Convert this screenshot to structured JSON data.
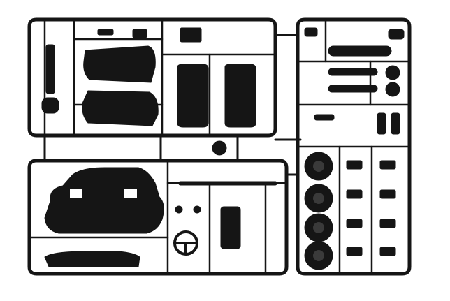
{
  "image": {
    "subject": "plastic-model-kit-sprue",
    "part_color": "#151515",
    "background_color": "#ffffff",
    "highlight_color": "#3a3a3a"
  },
  "sprue": {
    "frame_sections": [
      "upper-left-frame",
      "lower-left-frame",
      "right-frame"
    ],
    "parts": [
      "rear-seat-back",
      "rear-seat-cushion",
      "front-seat-left",
      "front-seat-right",
      "body-tub",
      "dashboard",
      "steering-wheel",
      "center-console",
      "wheel",
      "wheel",
      "wheel",
      "wheel",
      "exhaust-muffler",
      "shock-absorber",
      "wing-mirror",
      "gear-lever"
    ],
    "wheel_count": 4
  }
}
